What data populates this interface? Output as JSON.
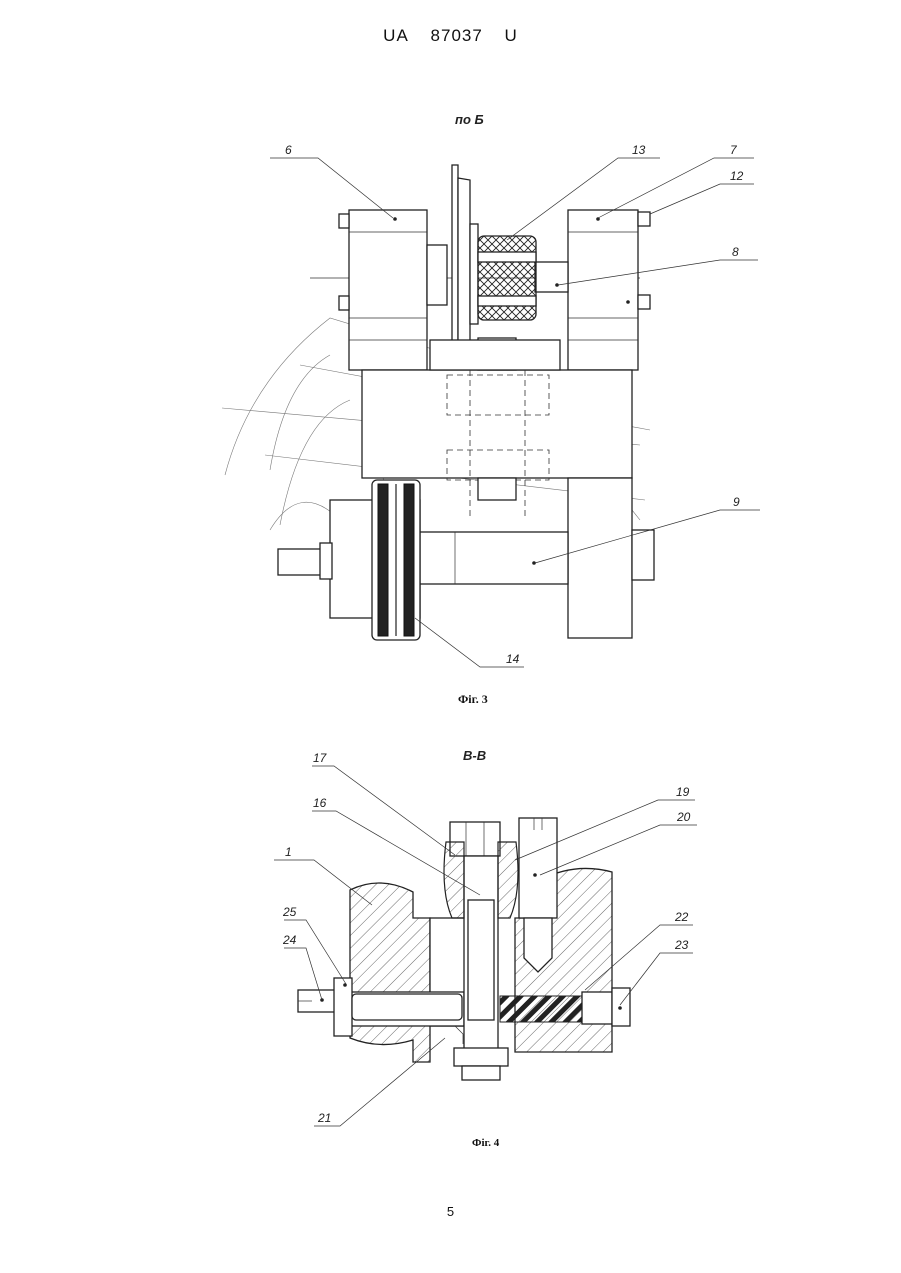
{
  "header": {
    "country": "UA",
    "number": "87037",
    "kind": "U"
  },
  "fig3": {
    "view_label": "по Б",
    "caption": "Фіг. 3",
    "labels": {
      "l6": "6",
      "l13": "13",
      "l7": "7",
      "l12": "12",
      "l8": "8",
      "l9": "9",
      "l14": "14"
    }
  },
  "fig4": {
    "view_label": "В-В",
    "caption": "Фіг. 4",
    "labels": {
      "l17": "17",
      "l16": "16",
      "l1": "1",
      "l19": "19",
      "l20": "20",
      "l25": "25",
      "l24": "24",
      "l22": "22",
      "l23": "23",
      "l21": "21"
    }
  },
  "page_number": "5"
}
